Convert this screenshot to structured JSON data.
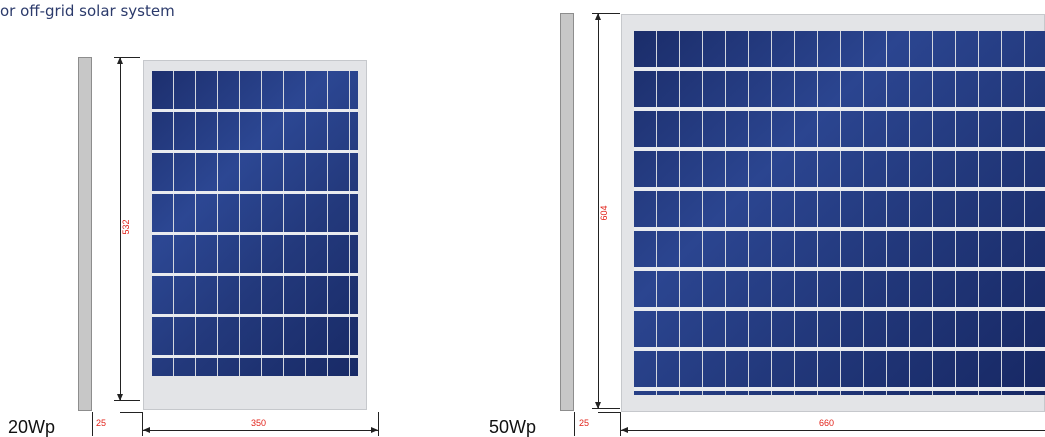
{
  "caption": "or off-grid solar system",
  "panels": {
    "small": {
      "label": "20Wp",
      "height_mm": "532",
      "width_mm": "350",
      "depth_mm": "25"
    },
    "large": {
      "label": "50Wp",
      "height_mm": "604",
      "width_mm": "660",
      "depth_mm": "25"
    }
  },
  "colors": {
    "dimension_text": "#e2231a",
    "caption_text": "#2b3a6b",
    "cell_blue": "#23397c"
  }
}
